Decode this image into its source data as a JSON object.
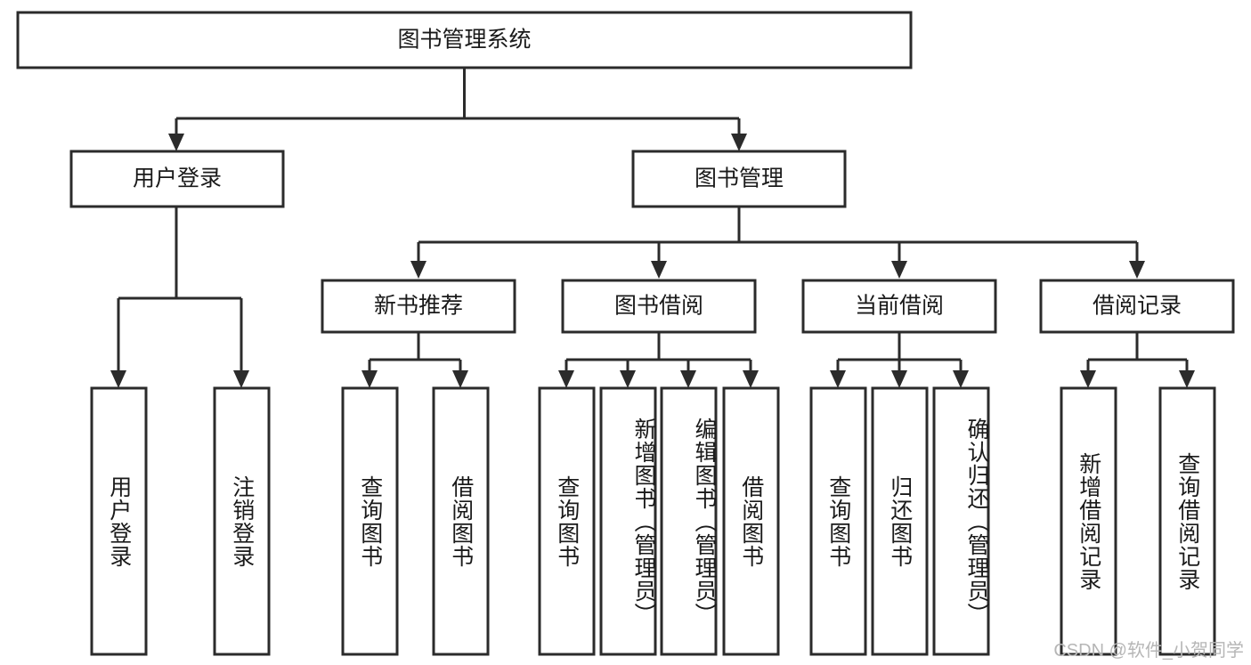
{
  "diagram": {
    "type": "hierarchy-tree",
    "title": "图书管理系统",
    "watermark": "CSDN @软件_小贺同学",
    "colors": {
      "stroke": "#2b2b2b",
      "fill": "#ffffff",
      "text": "#1a1a1a",
      "watermark": "#b6b6b6",
      "background": "#ffffff"
    },
    "levels": {
      "root": "图书管理系统",
      "level2": [
        "用户登录",
        "图书管理"
      ],
      "level3": [
        "新书推荐",
        "图书借阅",
        "当前借阅",
        "借阅记录"
      ]
    },
    "nodes": {
      "root": {
        "label": "图书管理系统",
        "orientation": "horizontal"
      },
      "user_login": {
        "label": "用户登录",
        "orientation": "horizontal"
      },
      "book_manage": {
        "label": "图书管理",
        "orientation": "horizontal"
      },
      "new_book_rec": {
        "label": "新书推荐",
        "orientation": "horizontal"
      },
      "book_borrow": {
        "label": "图书借阅",
        "orientation": "horizontal"
      },
      "current_borrow": {
        "label": "当前借阅",
        "orientation": "horizontal"
      },
      "borrow_record": {
        "label": "借阅记录",
        "orientation": "horizontal"
      },
      "leaf_user_login": {
        "label": "用户登录",
        "orientation": "vertical"
      },
      "leaf_logout": {
        "label": "注销登录",
        "orientation": "vertical"
      },
      "leaf_query_book_1": {
        "label": "查询图书",
        "orientation": "vertical"
      },
      "leaf_borrow_book_1": {
        "label": "借阅图书",
        "orientation": "vertical"
      },
      "leaf_query_book_2": {
        "label": "查询图书",
        "orientation": "vertical"
      },
      "leaf_add_book": {
        "label": "新增图书（管理员）",
        "orientation": "vertical"
      },
      "leaf_edit_book": {
        "label": "编辑图书（管理员）",
        "orientation": "vertical"
      },
      "leaf_borrow_book_2": {
        "label": "借阅图书",
        "orientation": "vertical"
      },
      "leaf_query_book_3": {
        "label": "查询图书",
        "orientation": "vertical"
      },
      "leaf_return_book": {
        "label": "归还图书",
        "orientation": "vertical"
      },
      "leaf_confirm_return": {
        "label": "确认归还（管理员）",
        "orientation": "vertical"
      },
      "leaf_add_record": {
        "label": "新增借阅记录",
        "orientation": "vertical"
      },
      "leaf_query_record": {
        "label": "查询借阅记录",
        "orientation": "vertical"
      }
    },
    "edges": [
      {
        "from": "root",
        "to": "user_login"
      },
      {
        "from": "root",
        "to": "book_manage"
      },
      {
        "from": "user_login",
        "to": "leaf_user_login"
      },
      {
        "from": "user_login",
        "to": "leaf_logout"
      },
      {
        "from": "book_manage",
        "to": "new_book_rec"
      },
      {
        "from": "book_manage",
        "to": "book_borrow"
      },
      {
        "from": "book_manage",
        "to": "current_borrow"
      },
      {
        "from": "book_manage",
        "to": "borrow_record"
      },
      {
        "from": "new_book_rec",
        "to": "leaf_query_book_1"
      },
      {
        "from": "new_book_rec",
        "to": "leaf_borrow_book_1"
      },
      {
        "from": "book_borrow",
        "to": "leaf_query_book_2"
      },
      {
        "from": "book_borrow",
        "to": "leaf_add_book"
      },
      {
        "from": "book_borrow",
        "to": "leaf_edit_book"
      },
      {
        "from": "book_borrow",
        "to": "leaf_borrow_book_2"
      },
      {
        "from": "current_borrow",
        "to": "leaf_query_book_3"
      },
      {
        "from": "current_borrow",
        "to": "leaf_return_book"
      },
      {
        "from": "current_borrow",
        "to": "leaf_confirm_return"
      },
      {
        "from": "borrow_record",
        "to": "leaf_add_record"
      },
      {
        "from": "borrow_record",
        "to": "leaf_query_record"
      }
    ]
  }
}
